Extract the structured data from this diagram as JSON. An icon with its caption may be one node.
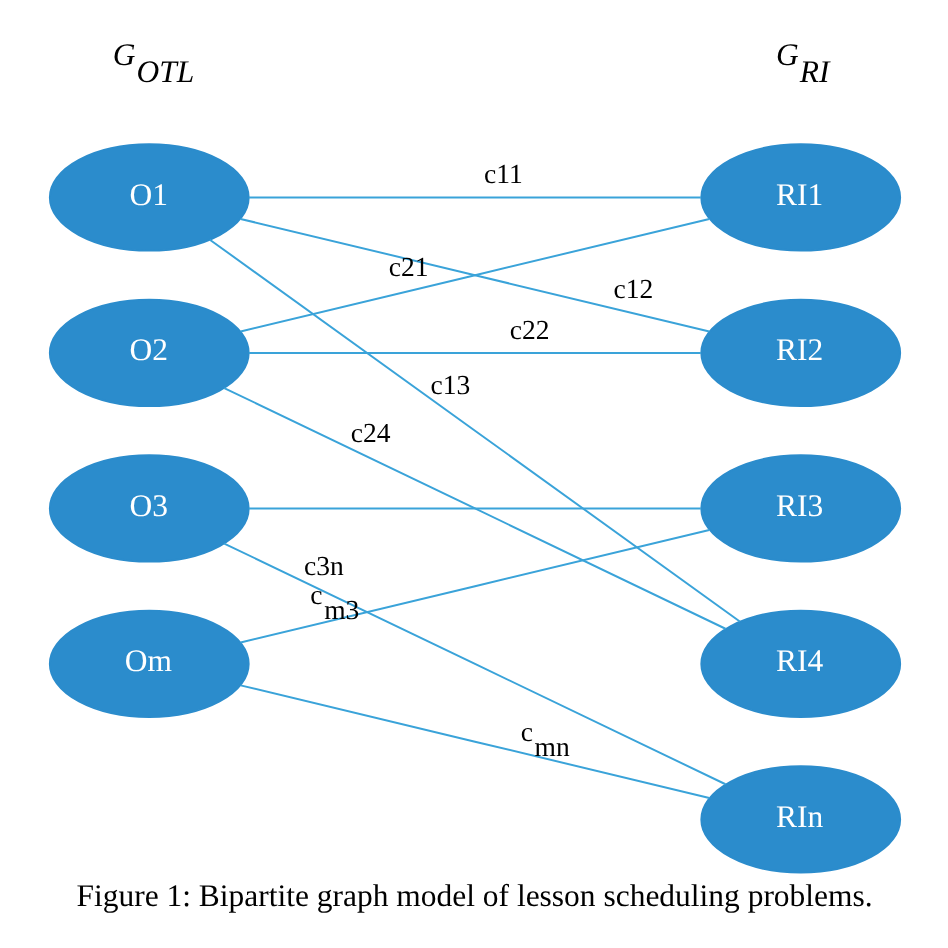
{
  "diagram": {
    "caption": "Figure 1: Bipartite graph model of lesson scheduling problems.",
    "nodes": [
      {
        "text": [
          "O1"
        ]
      },
      {
        "text": [
          "O2"
        ]
      },
      {
        "text": [
          "O3"
        ]
      },
      {
        "text": [
          "Om"
        ]
      },
      {
        "text": [
          "RI1"
        ]
      },
      {
        "text": [
          "RI2"
        ]
      },
      {
        "text": [
          "RI3"
        ]
      },
      {
        "text": [
          "RI4"
        ]
      },
      {
        "text": [
          "RIn"
        ]
      }
    ],
    "edges": [
      {
        "from": 0,
        "to": 4,
        "arrow": "none",
        "label": "c11"
      },
      {
        "from": 0,
        "to": 5,
        "arrow": "none",
        "label": "c12"
      },
      {
        "from": 0,
        "to": 7,
        "arrow": "none",
        "label": "c13"
      },
      {
        "from": 1,
        "to": 4,
        "arrow": "none",
        "label": "c21"
      },
      {
        "from": 1,
        "to": 5,
        "arrow": "none",
        "label": "c22"
      },
      {
        "from": 1,
        "to": 7,
        "arrow": "none",
        "label": "c24"
      },
      {
        "from": 2,
        "to": 6,
        "arrow": "none"
      },
      {
        "from": 2,
        "to": 8,
        "arrow": "none",
        "label": "c3n"
      },
      {
        "from": 3,
        "to": 6,
        "arrow": "none",
        "label": "c$_{m3}$"
      },
      {
        "from": 3,
        "to": 8,
        "arrow": "none",
        "label": "c$_{mn}$"
      }
    ],
    "labels": [
      "G$_{OTL}$",
      "G$_{RI}$"
    ]
  }
}
